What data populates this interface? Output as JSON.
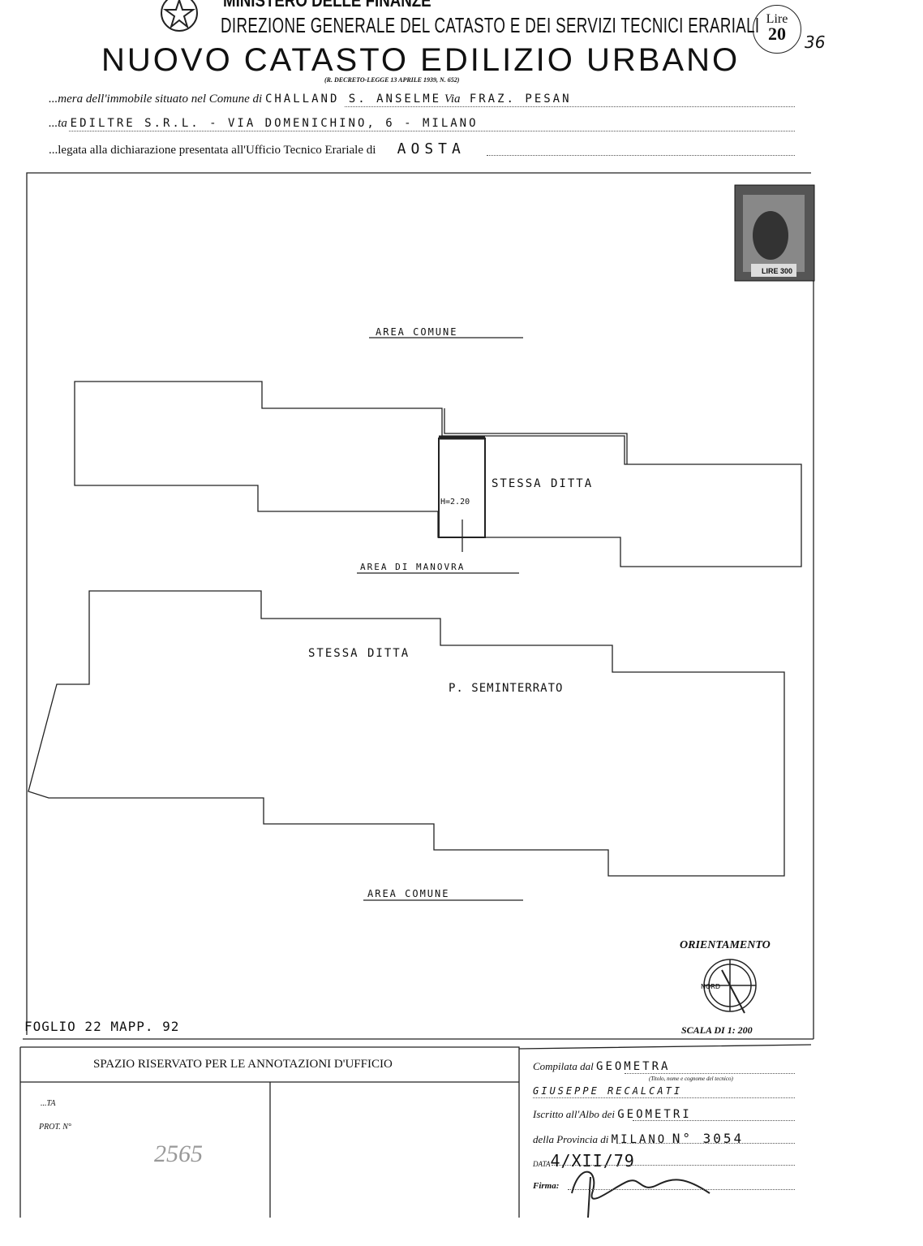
{
  "header": {
    "ministry": "MINISTERO DELLE FINANZE",
    "direction": "DIREZIONE GENERALE DEL CATASTO E DEI SERVIZI TECNICI ERARIALI",
    "title": "NUOVO CATASTO EDILIZIO URBANO",
    "decree": "(R. DECRETO-LEGGE 13 APRILE 1939, N. 652)",
    "stamp_lire_label": "Lire",
    "stamp_lire_value": "20",
    "page_number": "36"
  },
  "form": {
    "location_label": "...mera dell'immobile situato nel Comune di",
    "comune": "CHALLAND S. ANSELME",
    "via_label": "Via",
    "via": "FRAZ. PESAN",
    "owner_label": "...ta",
    "owner": "EDILTRE S.R.L. - VIA DOMENICHINO, 6 - MILANO",
    "office_label": "...legata alla dichiarazione presentata all'Ufficio Tecnico Erariale di",
    "office": "AOSTA"
  },
  "plan": {
    "revenue_stamp": "LIRE 300",
    "area_comune_top": "AREA COMUNE",
    "stessa_ditta_upper": "STESSA DITTA",
    "height_label": "H=2.20",
    "area_manovra": "AREA DI MANOVRA",
    "stessa_ditta_lower": "STESSA DITTA",
    "floor": "P. SEMINTERRATO",
    "area_comune_bottom": "AREA COMUNE",
    "orientation_label": "ORIENTAMENTO",
    "compass_label": "NORD",
    "scale": "SCALA DI 1: 200",
    "sheet": "FOGLIO 22 MAPP. 92"
  },
  "office_box": {
    "title": "SPAZIO RISERVATO PER LE ANNOTAZIONI D'UFFICIO",
    "label_ta": "...TA",
    "label_prot": "PROT. N°",
    "prot_number": "2565"
  },
  "compiler": {
    "compiled_label": "Compilata dal",
    "title": "GEOMETRA",
    "title_hint": "(Titolo, nome e cognome del tecnico)",
    "name": "GIUSEPPE RECALCATI",
    "albo_label": "Iscritto all'Albo dei",
    "albo": "GEOMETRI",
    "province_label": "della Provincia di",
    "province": "MILANO",
    "number": "N° 3054",
    "date_label": "DATA",
    "date": "4/XII/79",
    "signature_label": "Firma:"
  }
}
